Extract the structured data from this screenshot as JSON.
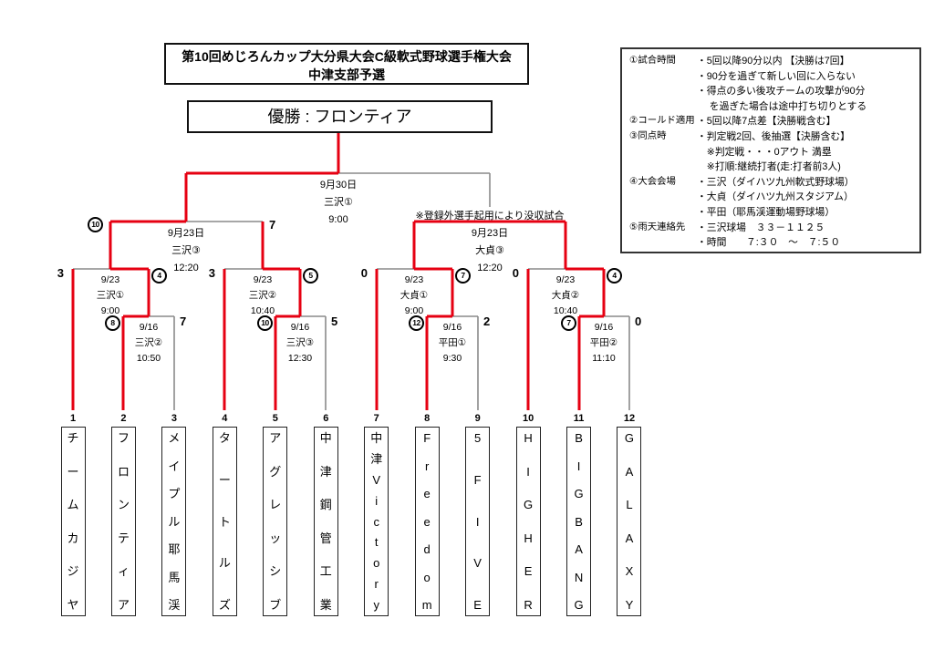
{
  "colors": {
    "accent_red": "#e60012",
    "line_gray": "#8a8a8a"
  },
  "title": {
    "line1": "第10回めじろんカップ大分県大会C級軟式野球選手権大会",
    "line2": "中津支部予選"
  },
  "champion": {
    "text": "優勝 :  フロンティア"
  },
  "rules": {
    "rows": [
      {
        "label": "①試合時間",
        "text": "・5回以降90分以内 【決勝は7回】"
      },
      {
        "label": "",
        "text": "・90分を過ぎて新しい回に入らない"
      },
      {
        "label": "",
        "text": "・得点の多い後攻チームの攻撃が90分"
      },
      {
        "label": "",
        "text": "　 を過ぎた場合は途中打ち切りとする"
      },
      {
        "label": "②コールド適用",
        "text": "・5回以降7点差【決勝戦含む】"
      },
      {
        "label": "③同点時",
        "text": "・判定戦2回、後抽選【決勝含む】"
      },
      {
        "label": "",
        "text": "　※判定戦・・・0アウト 満塁"
      },
      {
        "label": "",
        "text": "　※打順:継続打者(走:打者前3人)"
      },
      {
        "label": "④大会会場",
        "text": "・三沢（ダイハツ九州軟式野球場）"
      },
      {
        "label": "",
        "text": "・大貞（ダイハツ九州スタジアム）"
      },
      {
        "label": "",
        "text": "・平田（耶馬渓運動場野球場）"
      },
      {
        "label": "⑤雨天連絡先",
        "text": "・三沢球場　３３－１１２５"
      },
      {
        "label": "",
        "text": "・時間　　７:３０　～　７:５０"
      }
    ]
  },
  "matches": {
    "final": {
      "date": "9月30日",
      "venue": "三沢①",
      "time": "9:00"
    },
    "semifinals": [
      {
        "date": "9月23日",
        "venue": "三沢③",
        "time": "12:20",
        "score_left": "10",
        "score_left_circled": true,
        "score_right": "7"
      },
      {
        "date": "9月23日",
        "venue": "大貞③",
        "time": "12:20",
        "note": "※登録外選手起用により没収試合"
      }
    ],
    "quarterfinals": [
      {
        "date": "9/23",
        "venue": "三沢①",
        "time": "9:00",
        "score_left": "3",
        "score_right": "4",
        "score_right_circled": true
      },
      {
        "date": "9/23",
        "venue": "三沢②",
        "time": "10:40",
        "score_left": "3",
        "score_right": "5",
        "score_right_circled": true
      },
      {
        "date": "9/23",
        "venue": "大貞①",
        "time": "9:00",
        "score_left": "0",
        "score_right": "7",
        "score_right_circled": true
      },
      {
        "date": "9/23",
        "venue": "大貞②",
        "time": "10:40",
        "score_left": "0",
        "score_right": "4",
        "score_right_circled": true
      }
    ],
    "round1": [
      {
        "date": "9/16",
        "venue": "三沢②",
        "time": "10:50",
        "score_left": "8",
        "score_left_circled": true,
        "score_right": "7"
      },
      {
        "date": "9/16",
        "venue": "三沢③",
        "time": "12:30",
        "score_left": "10",
        "score_left_circled": true,
        "score_right": "5"
      },
      {
        "date": "9/16",
        "venue": "平田①",
        "time": "9:30",
        "score_left": "12",
        "score_left_circled": true,
        "score_right": "2"
      },
      {
        "date": "9/16",
        "venue": "平田②",
        "time": "11:10",
        "score_left": "7",
        "score_left_circled": true,
        "score_right": "0"
      }
    ]
  },
  "teams": [
    {
      "number": "1",
      "name": "チームカジヤ"
    },
    {
      "number": "2",
      "name": "フロンティア"
    },
    {
      "number": "3",
      "name": "メイプル耶馬渓"
    },
    {
      "number": "4",
      "name": "タートルズ"
    },
    {
      "number": "5",
      "name": "アグレッシブ"
    },
    {
      "number": "6",
      "name": "中津鋼管工業"
    },
    {
      "number": "7",
      "name": "中津Victory"
    },
    {
      "number": "8",
      "name": "Freedom"
    },
    {
      "number": "9",
      "name": "5FIVE"
    },
    {
      "number": "10",
      "name": "HIGHER"
    },
    {
      "number": "11",
      "name": "BIGBANG"
    },
    {
      "number": "12",
      "name": "GALAXY"
    }
  ]
}
